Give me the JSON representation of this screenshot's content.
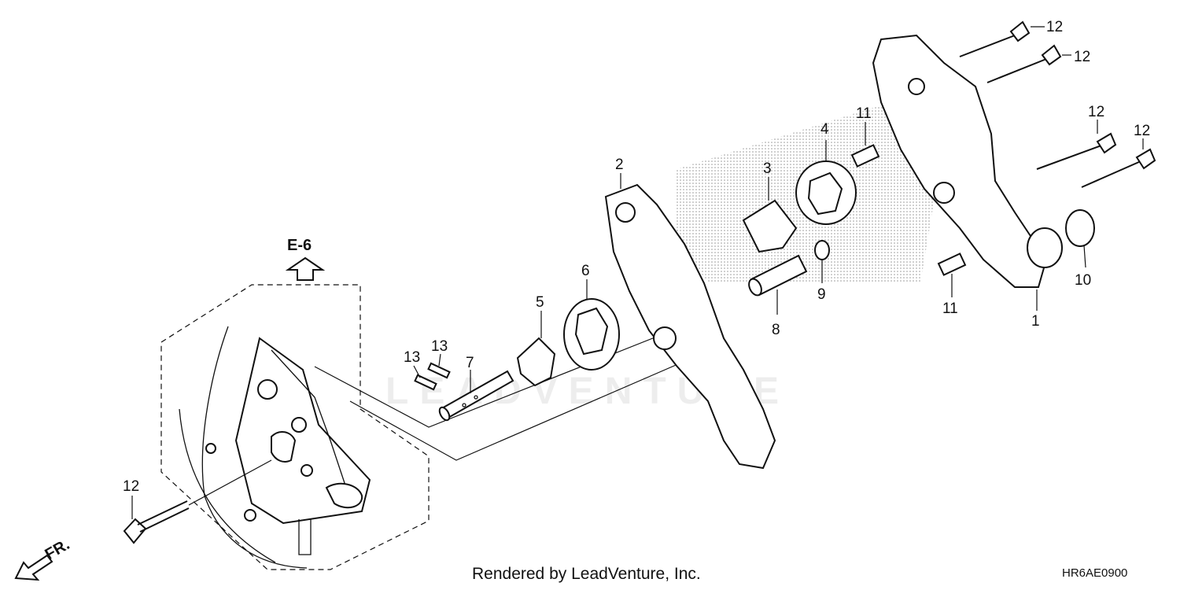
{
  "callouts": [
    {
      "id": "c1",
      "text": "1"
    },
    {
      "id": "c2",
      "text": "2"
    },
    {
      "id": "c3",
      "text": "3"
    },
    {
      "id": "c4",
      "text": "4"
    },
    {
      "id": "c5",
      "text": "5"
    },
    {
      "id": "c6",
      "text": "6"
    },
    {
      "id": "c7",
      "text": "7"
    },
    {
      "id": "c8",
      "text": "8"
    },
    {
      "id": "c9",
      "text": "9"
    },
    {
      "id": "c10",
      "text": "10"
    },
    {
      "id": "c11a",
      "text": "11"
    },
    {
      "id": "c11b",
      "text": "11"
    },
    {
      "id": "c12a",
      "text": "12"
    },
    {
      "id": "c12b",
      "text": "12"
    },
    {
      "id": "c12c",
      "text": "12"
    },
    {
      "id": "c12d",
      "text": "12"
    },
    {
      "id": "c12e",
      "text": "12"
    },
    {
      "id": "c13a",
      "text": "13"
    },
    {
      "id": "c13b",
      "text": "13"
    }
  ],
  "reference": "E-6",
  "direction": "FR.",
  "footer": {
    "credit": "Rendered by LeadVenture, Inc.",
    "code": "HR6AE0900"
  },
  "watermark": "LEADVENTURE"
}
